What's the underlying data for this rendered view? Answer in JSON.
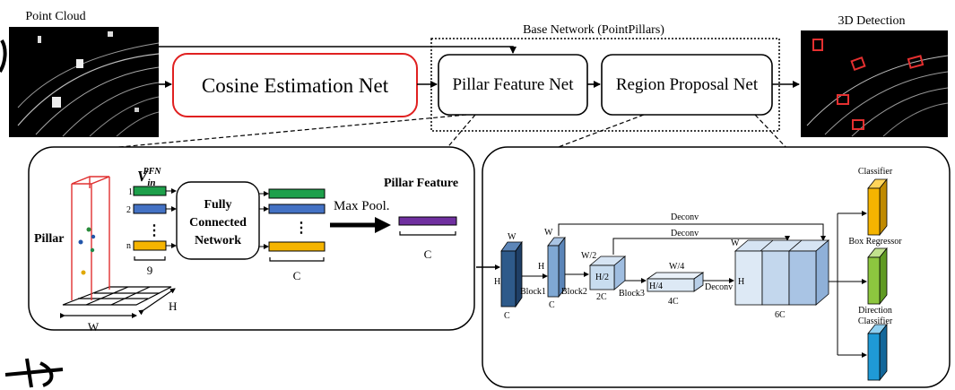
{
  "top": {
    "point_cloud_label": "Point Cloud",
    "detection_label": "3D Detection",
    "base_network_label": "Base Network (PointPillars)",
    "cosine_net_label": "Cosine Estimation Net",
    "pillar_feature_net_label": "Pillar Feature Net",
    "region_proposal_net_label": "Region Proposal Net"
  },
  "pfn_detail": {
    "pillar_label": "Pillar",
    "v_in_main": "V",
    "v_in_sup": "PFN",
    "v_in_sub": "in",
    "row_labels": [
      "1",
      "2",
      "n"
    ],
    "dots": "⋮",
    "nine_label": "9",
    "fcn_lines": [
      "Fully",
      "Connected",
      "Network"
    ],
    "c_label_fcn": "C",
    "maxpool_label": "Max Pool.",
    "pillar_feature_label": "Pillar Feature",
    "c_label_out": "C",
    "w_label": "W",
    "h_label": "H",
    "colors": {
      "green": "#1ea04b",
      "blue": "#4472c4",
      "yellow": "#f5b400",
      "purple": "#7030a0",
      "pillar": "#e03030"
    }
  },
  "rpn_detail": {
    "deconv_labels": [
      "Deconv",
      "Deconv",
      "Deconv"
    ],
    "block_labels": [
      "Block1",
      "Block2",
      "Block3"
    ],
    "dims": {
      "w1": "W",
      "h1": "H",
      "c1": "C",
      "w2": "W",
      "h2": "H",
      "c2": "C",
      "w3": "W/2",
      "h3": "H/2",
      "c3": "2C",
      "w4": "W/4",
      "h4": "H/4",
      "c4": "4C",
      "w5": "W",
      "h5": "H",
      "c5": "6C"
    },
    "classifier_label": "Classifier",
    "box_regressor_label": "Box Regressor",
    "direction_label_lines": [
      "Direction",
      "Classifier"
    ],
    "head_colors": {
      "classifier": "#f5b400",
      "box": "#8dc63f",
      "direction": "#1f9ad6"
    },
    "block_colors": {
      "dark": "#2e5a8a",
      "mid": "#7fa8d4",
      "light": "#c8dcef",
      "pale": "#dde9f5"
    }
  }
}
